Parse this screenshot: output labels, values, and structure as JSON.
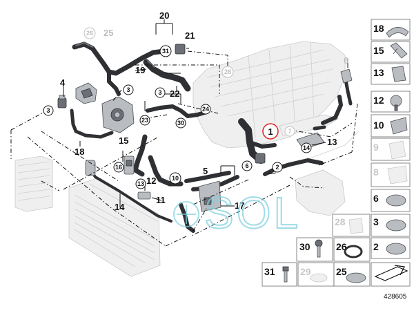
{
  "diagram": {
    "reference_number": "428605",
    "watermark": "SOL",
    "callouts": [
      {
        "id": "c1",
        "label": "1",
        "style": "circle-red"
      },
      {
        "id": "c2",
        "label": "2",
        "style": "circle"
      },
      {
        "id": "c3a",
        "label": "3",
        "style": "circle"
      },
      {
        "id": "c3b",
        "label": "3",
        "style": "circle"
      },
      {
        "id": "c3c",
        "label": "3",
        "style": "circle"
      },
      {
        "id": "c4",
        "label": "4",
        "style": "plain"
      },
      {
        "id": "c5",
        "label": "5",
        "style": "plain"
      },
      {
        "id": "c6",
        "label": "6",
        "style": "circle"
      },
      {
        "id": "c7",
        "label": "7",
        "style": "plain-grey"
      },
      {
        "id": "c9",
        "label": "9",
        "style": "circle-grey"
      },
      {
        "id": "c10",
        "label": "10",
        "style": "circle"
      },
      {
        "id": "c11",
        "label": "11",
        "style": "plain"
      },
      {
        "id": "c12",
        "label": "12",
        "style": "plain"
      },
      {
        "id": "c13",
        "label": "13",
        "style": "circle"
      },
      {
        "id": "c14",
        "label": "14",
        "style": "plain"
      },
      {
        "id": "c15",
        "label": "15",
        "style": "circle"
      },
      {
        "id": "c16",
        "label": "16",
        "style": "plain"
      },
      {
        "id": "c17",
        "label": "17",
        "style": "plain"
      },
      {
        "id": "c18",
        "label": "18",
        "style": "circle"
      },
      {
        "id": "c19",
        "label": "19",
        "style": "plain"
      },
      {
        "id": "c20",
        "label": "20",
        "style": "plain"
      },
      {
        "id": "c21",
        "label": "21",
        "style": "plain"
      },
      {
        "id": "c22",
        "label": "22",
        "style": "plain"
      },
      {
        "id": "c23",
        "label": "23",
        "style": "plain"
      },
      {
        "id": "c24",
        "label": "24",
        "style": "plain"
      },
      {
        "id": "c25",
        "label": "25",
        "style": "circle"
      },
      {
        "id": "c26",
        "label": "26",
        "style": "circle"
      },
      {
        "id": "c27",
        "label": "27",
        "style": "plain-grey"
      },
      {
        "id": "c28",
        "label": "28",
        "style": "circle-grey"
      },
      {
        "id": "c29",
        "label": "29",
        "style": "circle-grey"
      },
      {
        "id": "c30",
        "label": "30",
        "style": "circle"
      },
      {
        "id": "c31",
        "label": "31",
        "style": "circle"
      }
    ],
    "parts_panel": [
      {
        "label": "18",
        "grey": false
      },
      {
        "label": "15",
        "grey": false
      },
      {
        "label": "13",
        "grey": false
      },
      {
        "label": "12",
        "grey": false
      },
      {
        "label": "10",
        "grey": false
      },
      {
        "label": "9",
        "grey": true
      },
      {
        "label": "8",
        "grey": true
      },
      {
        "label": "6",
        "grey": false
      },
      {
        "label": "3",
        "grey": false
      },
      {
        "label": "28",
        "grey": true
      },
      {
        "label": "2",
        "grey": false
      },
      {
        "label": "30",
        "grey": false
      },
      {
        "label": "26",
        "grey": false
      },
      {
        "label": "31",
        "grey": false
      },
      {
        "label": "29",
        "grey": true
      },
      {
        "label": "25",
        "grey": false
      }
    ]
  }
}
